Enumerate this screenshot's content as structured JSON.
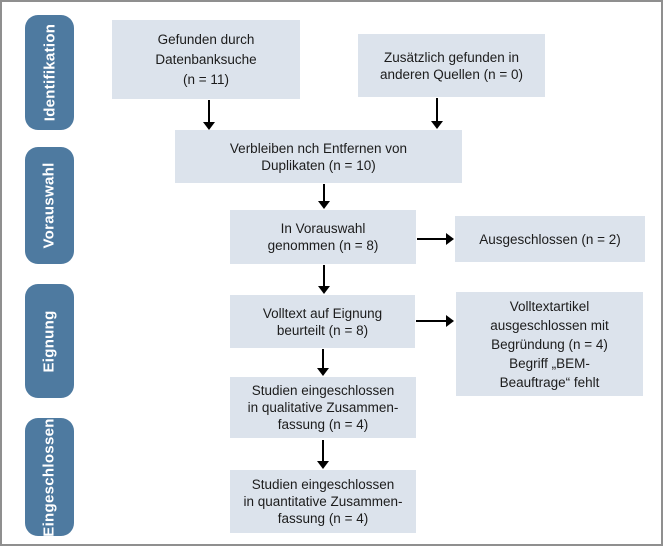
{
  "figure": {
    "type": "prisma-flow-diagram",
    "language": "de"
  },
  "sidebar": {
    "stages": [
      {
        "label": "Identifikation"
      },
      {
        "label": "Vorauswahl"
      },
      {
        "label": "Eignung"
      },
      {
        "label": "Eingeschlossen"
      }
    ]
  },
  "boxes": {
    "found_db": {
      "lines": [
        "Gefunden durch",
        "Datenbanksuche",
        "(n = 11)"
      ]
    },
    "other_sources": {
      "lines": [
        "Zusätzlich gefunden in",
        "anderen Quellen (n = 0)"
      ]
    },
    "after_duplicates": {
      "lines": [
        "Verbleiben nch Entfernen von",
        "Duplikaten (n = 10)"
      ]
    },
    "screened": {
      "lines": [
        "In Vorauswahl",
        "genommen (n = 8)"
      ]
    },
    "excluded": {
      "lines": [
        "Ausgeschlossen (n = 2)"
      ]
    },
    "fulltext": {
      "lines": [
        "Volltext auf Eignung",
        "beurteilt (n = 8)"
      ]
    },
    "fulltext_excluded": {
      "lines": [
        "Volltextartikel",
        "ausgeschlossen mit",
        "Begründung (n = 4)",
        "Begriff „BEM-",
        "Beauftrage“ fehlt"
      ]
    },
    "qualitative": {
      "lines": [
        "Studien eingeschlossen",
        "in qualitative Zusammen-",
        "fassung (n = 4)"
      ]
    },
    "quantitative": {
      "lines": [
        "Studien eingeschlossen",
        "in quantitative Zusammen-",
        "fassung (n = 4)"
      ]
    }
  },
  "colors": {
    "stage_pill": "#4e7aa0",
    "node_fill": "#dce3ec",
    "arrow": "#000000",
    "border": "#8f8f8f",
    "text": "#1c1c1c",
    "pill_text": "#ffffff"
  }
}
